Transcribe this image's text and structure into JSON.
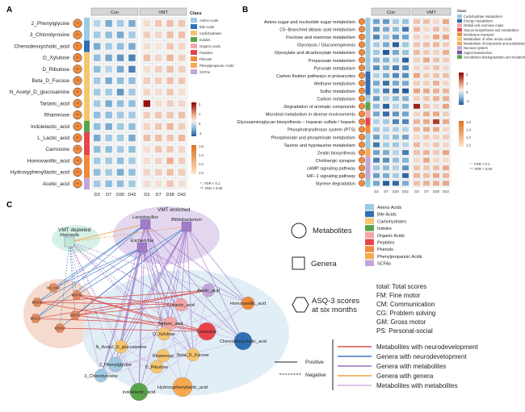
{
  "panel_a": {
    "label": "A",
    "group_headers": [
      "Con",
      "VMT"
    ],
    "day_labels": [
      "D3",
      "D7",
      "D30",
      "D42",
      "D3",
      "D7",
      "D38",
      "D42"
    ],
    "rows": [
      "2_Phenylglycine",
      "3_Chlorotyrosine",
      "Chenodeoxycholic_acid",
      "D_Xylulose",
      "D_Ribulose",
      "Beta_D_Fucose",
      "N_Acetyl_D_glucosamine",
      "Tartaric_acid",
      "Rhamnose",
      "Indolelactic_acid",
      "L_Lactic_acid",
      "Carnosine",
      "Homovanillic_acid",
      "Hydroxyphenyllactic_acid",
      "Acetic_acid"
    ],
    "row_class_colors": [
      "#9ec9e2",
      "#9ec9e2",
      "#2f6fb3",
      "#f7c56e",
      "#f7c56e",
      "#f7c56e",
      "#f7c56e",
      "#f7c56e",
      "#f7c56e",
      "#5aa34a",
      "#e8434a",
      "#e8434a",
      "#f08a3c",
      "#f08a3c",
      "#c3a5d8"
    ],
    "row_badges": [
      "**",
      "**",
      "*",
      "**",
      "**",
      "**",
      "**",
      "**",
      "**",
      "**",
      "**",
      "**",
      "**",
      "**",
      "**"
    ],
    "class_legend_title": "Class",
    "class_legend": [
      {
        "label": "Amino Acids",
        "color": "#9ec9e2"
      },
      {
        "label": "Bile Acids",
        "color": "#2f6fb3"
      },
      {
        "label": "Carbohydrates",
        "color": "#f7c56e"
      },
      {
        "label": "Indoles",
        "color": "#5aa34a"
      },
      {
        "label": "Organic Acids",
        "color": "#f4a6a6"
      },
      {
        "label": "Peptides",
        "color": "#e8434a"
      },
      {
        "label": "Phenols",
        "color": "#f08a3c"
      },
      {
        "label": "Phenylpropanoic Acids",
        "color": "#f7a850"
      },
      {
        "label": "SCFAs",
        "color": "#c3a5d8"
      }
    ],
    "scale1_ticks": [
      "2",
      "1",
      "0",
      "-1"
    ],
    "scale2_ticks": [
      "1.6",
      "1.4",
      "1.2",
      "1.0"
    ],
    "sig_legend": [
      "* : FDR < 0.1",
      "**: FDR < 0.05"
    ],
    "matrix": [
      [
        -0.3,
        -0.6,
        -0.4,
        -0.6,
        0.2,
        0.5,
        0.6,
        0.5
      ],
      [
        -0.4,
        -0.5,
        -0.6,
        -0.4,
        0.4,
        0.3,
        0.6,
        0.6
      ],
      [
        -0.6,
        -0.4,
        -0.5,
        -0.6,
        0.2,
        0.1,
        0.5,
        0.3
      ],
      [
        -0.5,
        -0.6,
        -0.7,
        -0.8,
        0.6,
        0.3,
        0.7,
        0.4
      ],
      [
        -0.5,
        -0.3,
        -0.6,
        -0.8,
        0.2,
        0.4,
        0.6,
        0.4
      ],
      [
        -0.4,
        -0.6,
        -0.5,
        -0.5,
        0.4,
        0.4,
        0.6,
        0.5
      ],
      [
        -0.4,
        -0.4,
        -0.7,
        -0.4,
        0.3,
        0.2,
        0.5,
        0.2
      ],
      [
        -0.4,
        -0.6,
        -0.5,
        -0.5,
        1.9,
        0.2,
        0.4,
        0.3
      ],
      [
        -0.5,
        -0.5,
        -0.4,
        -0.4,
        0.4,
        0.5,
        0.5,
        0.6
      ],
      [
        -0.5,
        -0.6,
        -0.4,
        -0.5,
        0.3,
        0.5,
        0.7,
        0.4
      ],
      [
        -0.6,
        -0.4,
        -0.4,
        -0.6,
        0.6,
        0.6,
        0.5,
        0.7
      ],
      [
        -0.5,
        -0.5,
        -0.4,
        -0.5,
        0.2,
        0.5,
        0.5,
        0.3
      ],
      [
        -0.4,
        -0.4,
        -0.5,
        -0.4,
        0.2,
        0.3,
        0.8,
        0.4
      ],
      [
        -0.5,
        -0.4,
        -0.6,
        -0.5,
        0.3,
        0.4,
        0.6,
        0.4
      ],
      [
        -0.4,
        -0.5,
        -0.5,
        -0.4,
        0.2,
        0.2,
        0.5,
        0.2
      ]
    ]
  },
  "panel_b": {
    "label": "B",
    "group_headers": [
      "Con",
      "VMT"
    ],
    "day_labels": [
      "D3",
      "D7",
      "D30",
      "D42",
      "D3",
      "D7",
      "D38",
      "D42"
    ],
    "rows": [
      "Amino sugar and nucleotide sugar metabolism",
      "C5−Branched dibasic acid metabolism",
      "Fructose and mannose metabolism",
      "Glycolysis / Gluconeogenesis",
      "Glyoxylate and dicarboxylate metabolism",
      "Propanoate metabolism",
      "Pyruvate metabolism",
      "Carbon fixation pathways in prokaryotes",
      "Methane metabolism",
      "Sulfur metabolism",
      "Carbon metabolism",
      "Degradation of aromatic compounds",
      "Microbial metabolism in diverse environments",
      "Glycosaminoglycan biosynthesis − heparan sulfate / heparin",
      "Phosphotransferase system (PTS)",
      "Phosphonate and phosphinate metabolism",
      "Taurine and hypotaurine metabolism",
      "Zeatin biosynthesis",
      "Cholinergic synapse",
      "cAMP signaling pathway",
      "HIF−1 signaling pathway",
      "Styrene degradation"
    ],
    "row_class_colors": [
      "#9ec9e2",
      "#9ec9e2",
      "#9ec9e2",
      "#9ec9e2",
      "#9ec9e2",
      "#9ec9e2",
      "#9ec9e2",
      "#2f6fb3",
      "#2f6fb3",
      "#2f6fb3",
      "#9ec9e2",
      "#5aa34a",
      "#f4a6a6",
      "#e8434a",
      "#f08a3c",
      "#9ec9e2",
      "#9ec9e2",
      "#f7a850",
      "#c3a5d8",
      "#c3a5d8",
      "#c3a5d8",
      "#8ecfe0"
    ],
    "class_legend_title": "Class",
    "class_legend": [
      {
        "label": "Carbohydrate metabolism",
        "color": "#9ec9e2"
      },
      {
        "label": "Energy metabolism",
        "color": "#2f6fb3"
      },
      {
        "label": "Global and overview maps",
        "color": "#f4a6a6"
      },
      {
        "label": "Glycan biosynthesis and metabolism",
        "color": "#e8434a"
      },
      {
        "label": "Membrane transport",
        "color": "#f08a3c"
      },
      {
        "label": "Metabolism of other amino acids",
        "color": "#f7c56e"
      },
      {
        "label": "Metabolism of terpenoids and polyketides",
        "color": "#f7a850"
      },
      {
        "label": "Nervous system",
        "color": "#c3a5d8"
      },
      {
        "label": "Signal transduction",
        "color": "#7b4fa8"
      },
      {
        "label": "Xenobiotics biodegradation and metabolism",
        "color": "#5aa34a"
      }
    ],
    "scale1_ticks": [
      "2",
      "1",
      "0",
      "-1"
    ],
    "scale2_ticks": [
      "1.6",
      "1.4",
      "1.2",
      "1.0"
    ],
    "sig_legend": [
      "* : FDR < 0.1",
      "**: FDR < 0.05"
    ],
    "matrix_seed": 7
  },
  "panel_c": {
    "label": "C",
    "cluster_labels": {
      "enriched": "VMT enriched",
      "depleted": "VMT depleted"
    },
    "genera": [
      "Lactobacillus",
      "Bifidobacterium",
      "Escherichia",
      "Klebsiella"
    ],
    "asq_nodes": [
      "MS_total",
      "MSFM",
      "MSCM",
      "MSPS",
      "MSCG",
      "MSGM"
    ],
    "metabolite_nodes": [
      {
        "label": "L_Lactic_acid",
        "color": "#f4a6a6"
      },
      {
        "label": "Acetic_acid",
        "color": "#c3a5d8"
      },
      {
        "label": "Homovanillic_acid",
        "color": "#f08a3c"
      },
      {
        "label": "Tartaric_acid",
        "color": "#f4a6a6"
      },
      {
        "label": "Carnosine",
        "color": "#e8434a"
      },
      {
        "label": "D_Xylulose",
        "color": "#f7c56e"
      },
      {
        "label": "N_Acetyl_D_glucosamine",
        "color": "#f7c56e"
      },
      {
        "label": "Rhamnose",
        "color": "#f7c56e"
      },
      {
        "label": "Chenodeoxycholic_acid",
        "color": "#2f6fb3"
      },
      {
        "label": "2_Phenylglycine",
        "color": "#9ec9e2"
      },
      {
        "label": "D_Ribulose",
        "color": "#f7c56e"
      },
      {
        "label": "Beta_D_Fucose",
        "color": "#f7c56e"
      },
      {
        "label": "3_Chlorotyrosine",
        "color": "#9ec9e2"
      },
      {
        "label": "Hydroxyphenyllactic_acid",
        "color": "#f7a850"
      },
      {
        "label": "Indolelactic_acid",
        "color": "#5aa34a"
      }
    ]
  },
  "legend_c": {
    "metabolites_title": "Metabolites",
    "metabolite_classes": [
      {
        "label": "Amino Acids",
        "color": "#9ec9e2"
      },
      {
        "label": "Bile Acids",
        "color": "#2f6fb3"
      },
      {
        "label": "Carbohydrates",
        "color": "#f7c56e"
      },
      {
        "label": "Indoles",
        "color": "#5aa34a"
      },
      {
        "label": "Organic Acids",
        "color": "#f4a6a6"
      },
      {
        "label": "Peptides",
        "color": "#e8434a"
      },
      {
        "label": "Phenols",
        "color": "#f08a3c"
      },
      {
        "label": "Phenylpropanoic Acids",
        "color": "#f7a850"
      },
      {
        "label": "SCFAs",
        "color": "#c3a5d8"
      }
    ],
    "genera_title": "Genera",
    "asq_title_1": "ASQ-3 scores",
    "asq_title_2": "at six months",
    "asq_keys": [
      "total: Total scores",
      "FM: Fine motor",
      "CM: Communication",
      "CG: Problem solving",
      "GM: Gross motor",
      "PS: Personal-social"
    ],
    "line_types": [
      "Positive",
      "Negative"
    ],
    "edge_types": [
      {
        "label": "Metabolites with neurodevelopment",
        "color": "#d9534f"
      },
      {
        "label": "Genera with neurodevelopment",
        "color": "#3a78c4"
      },
      {
        "label": "Genera with metabolites",
        "color": "#9b6fc4"
      },
      {
        "label": "Genera with genera",
        "color": "#f0a040"
      },
      {
        "label": "Metabolites with metabolites",
        "color": "#d2b2e6"
      }
    ]
  }
}
